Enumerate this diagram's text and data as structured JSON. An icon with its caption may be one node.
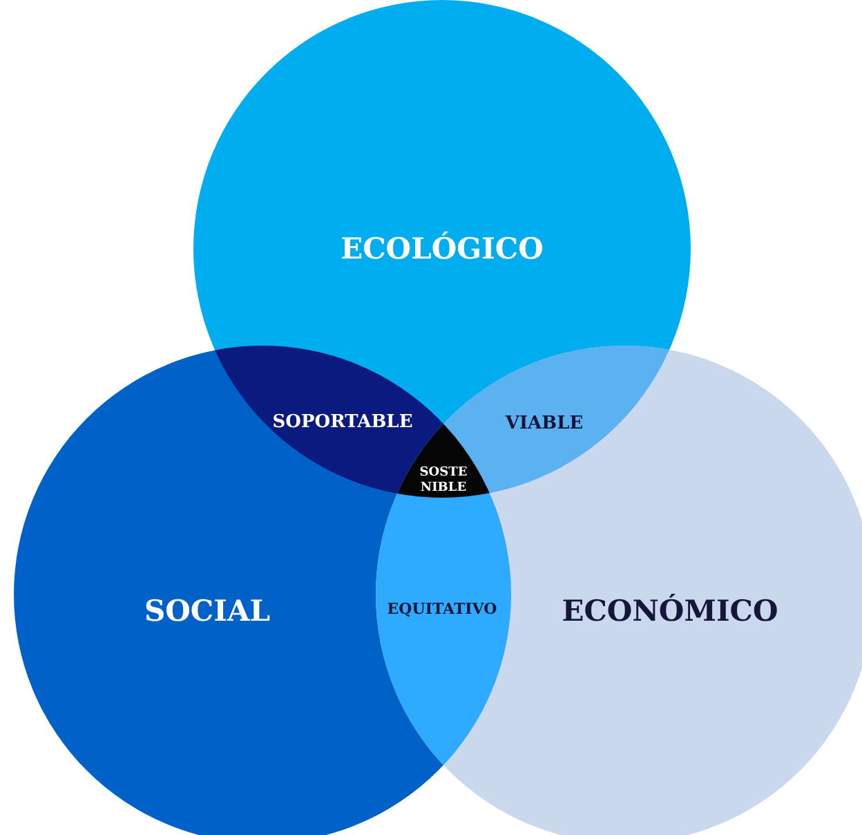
{
  "diagram": {
    "nodes": [
      {
        "text": [
          "ECOLÓGICO"
        ]
      },
      {
        "text": [
          "SOCIAL"
        ]
      },
      {
        "text": [
          "ECONÓMICO"
        ]
      },
      {
        "text": [
          "SOPORTABLE"
        ]
      },
      {
        "text": [
          "VIABLE"
        ]
      },
      {
        "text": [
          "EQUITATIVO"
        ]
      },
      {
        "text": [
          "SOSTE NIBLE"
        ]
      }
    ],
    "edges": []
  }
}
